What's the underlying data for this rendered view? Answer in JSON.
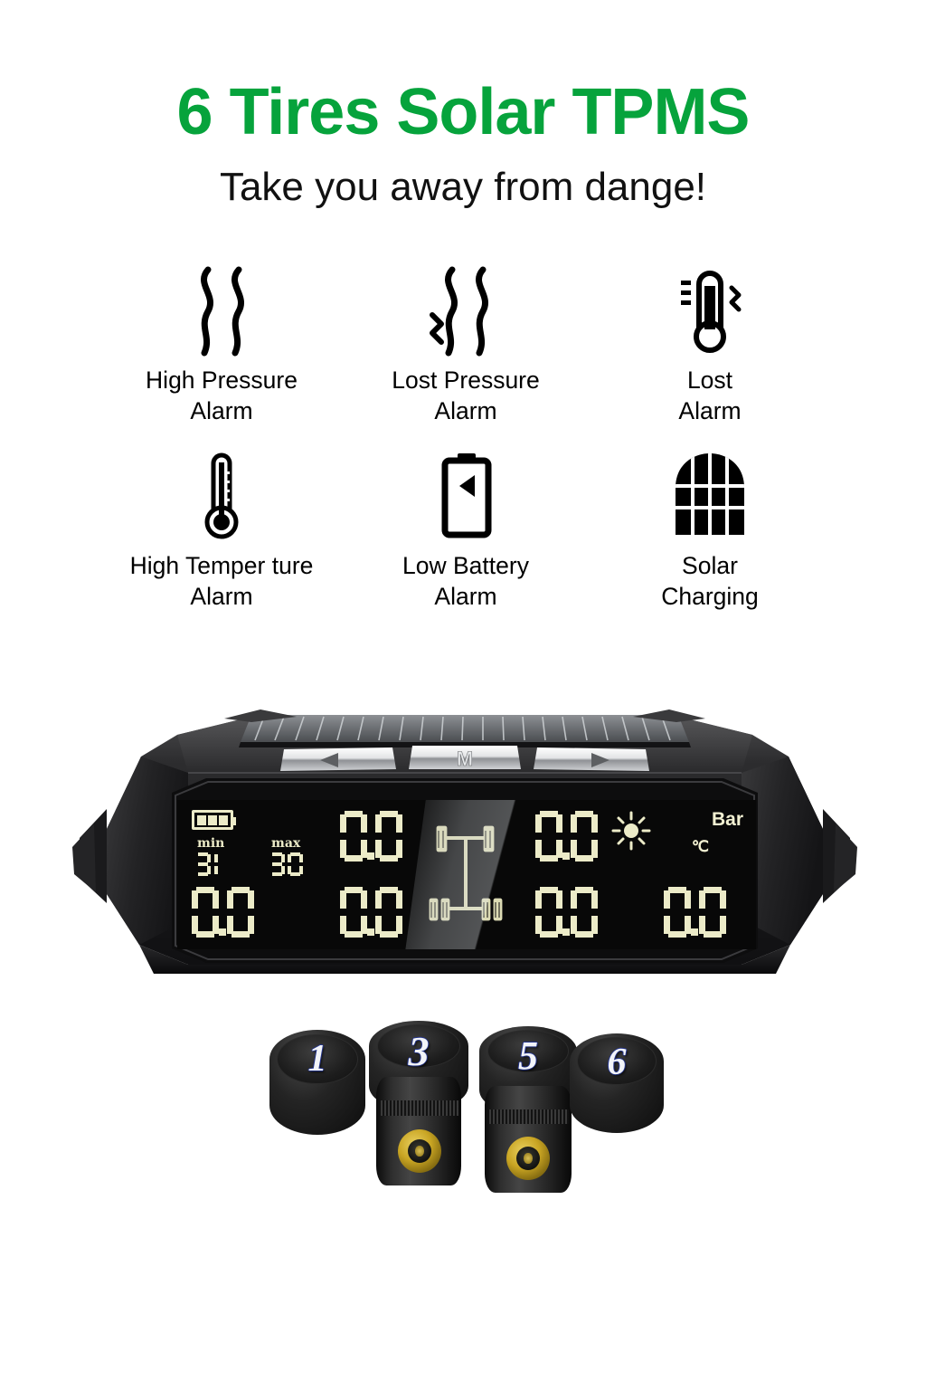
{
  "header": {
    "title": "6 Tires Solar TPMS",
    "title_color": "#06a33c",
    "subtitle": "Take you away from dange!"
  },
  "features": [
    {
      "icon": "pressure-waves-icon",
      "label": "High Pressure\nAlarm"
    },
    {
      "icon": "lost-pressure-waves-icon",
      "label": "Lost Pressure\nAlarm"
    },
    {
      "icon": "thermometer-signal-icon",
      "label": "Lost\nAlarm"
    },
    {
      "icon": "thermometer-icon",
      "label": "High Temper ture\nAlarm"
    },
    {
      "icon": "battery-low-icon",
      "label": "Low Battery\nAlarm"
    },
    {
      "icon": "solar-panel-icon",
      "label": "Solar\nCharging"
    }
  ],
  "device": {
    "name": "solar-tpms-monitor",
    "body_color": "#1c1c1c",
    "solar_panel": "solar-panel-strip",
    "buttons": [
      {
        "name": "left-arrow-button",
        "label": "◀"
      },
      {
        "name": "mode-button",
        "label": "M"
      },
      {
        "name": "right-arrow-button",
        "label": "▶"
      }
    ],
    "display": {
      "lcd_color": "#ecebc8",
      "battery_icon": "battery-full-icon",
      "sun_icon": "sun-icon",
      "vehicle_icon": "six-wheel-axle-icon",
      "min_label": "min",
      "min_value": "31",
      "max_label": "max",
      "max_value": "30",
      "unit_pressure": "Bar",
      "unit_temperature": "℃",
      "readings": [
        {
          "position": "front-left",
          "value": "0.0"
        },
        {
          "position": "front-right",
          "value": "0.0"
        },
        {
          "position": "rear-outer-left",
          "value": "0.0"
        },
        {
          "position": "rear-inner-left",
          "value": "0.0"
        },
        {
          "position": "rear-inner-right",
          "value": "0.0"
        },
        {
          "position": "rear-outer-right",
          "value": "0.0"
        }
      ]
    }
  },
  "sensors": [
    {
      "number": "1"
    },
    {
      "number": "3"
    },
    {
      "number": "5"
    },
    {
      "number": "6"
    }
  ]
}
